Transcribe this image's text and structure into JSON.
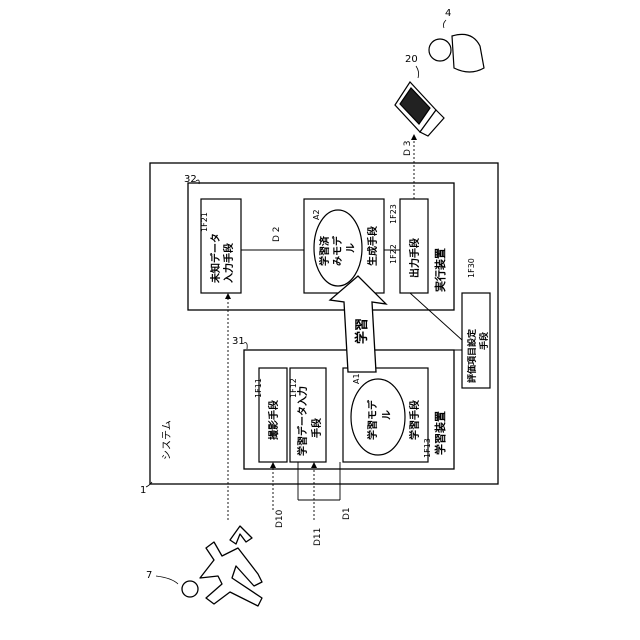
{
  "labels": {
    "system": "システム",
    "system_ref": "1",
    "learning_device_ref": "31",
    "execution_device_ref": "32",
    "learning_device": "学習装置",
    "execution_device": "実行装置",
    "imaging_means": "撮影手段",
    "learning_data_input_1": "学習データ入力",
    "learning_data_input_2": "手段",
    "learning_means": "学習手段",
    "learning_model_1": "学習モデ",
    "learning_model_2": "ル",
    "unknown_data_1": "未知データ",
    "unknown_data_2": "入力手段",
    "trained_model_1": "学習済",
    "trained_model_2": "みモデ",
    "trained_model_3": "ル",
    "generation_means": "生成手段",
    "output_means": "出力手段",
    "eval_setting_1": "評価項目設定",
    "eval_setting_2": "手段",
    "learning_arrow": "学習",
    "ref_1F11": "1F11",
    "ref_1F12": "1F12",
    "ref_1F13": "1F13",
    "ref_1F21": "1F21",
    "ref_1F22": "1F22",
    "ref_1F23": "1F23",
    "ref_1F30": "1F30",
    "ref_A1": "A1",
    "ref_A2": "A2",
    "ref_D1": "D1",
    "ref_D10": "D10",
    "ref_D11": "D11",
    "ref_D2": "D 2",
    "ref_D3": "D 3",
    "ref_4": "4",
    "ref_7": "7",
    "ref_20": "20"
  }
}
